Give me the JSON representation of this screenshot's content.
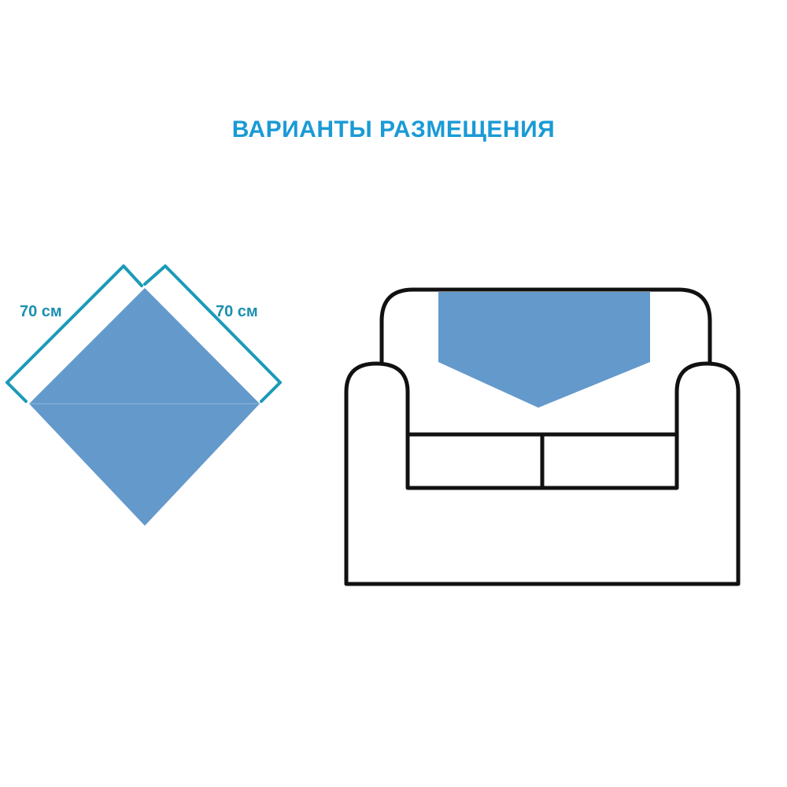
{
  "title": "ВАРИАНТЫ РАЗМЕЩЕНИЯ",
  "dimensions": {
    "left_side": "70 см",
    "right_side": "70 см"
  },
  "colors": {
    "title": "#1a9ad6",
    "fabric": "#6499cc",
    "dimension_line": "#1b9ab8",
    "dimension_text": "#1b8fb0",
    "outline": "#111111"
  }
}
